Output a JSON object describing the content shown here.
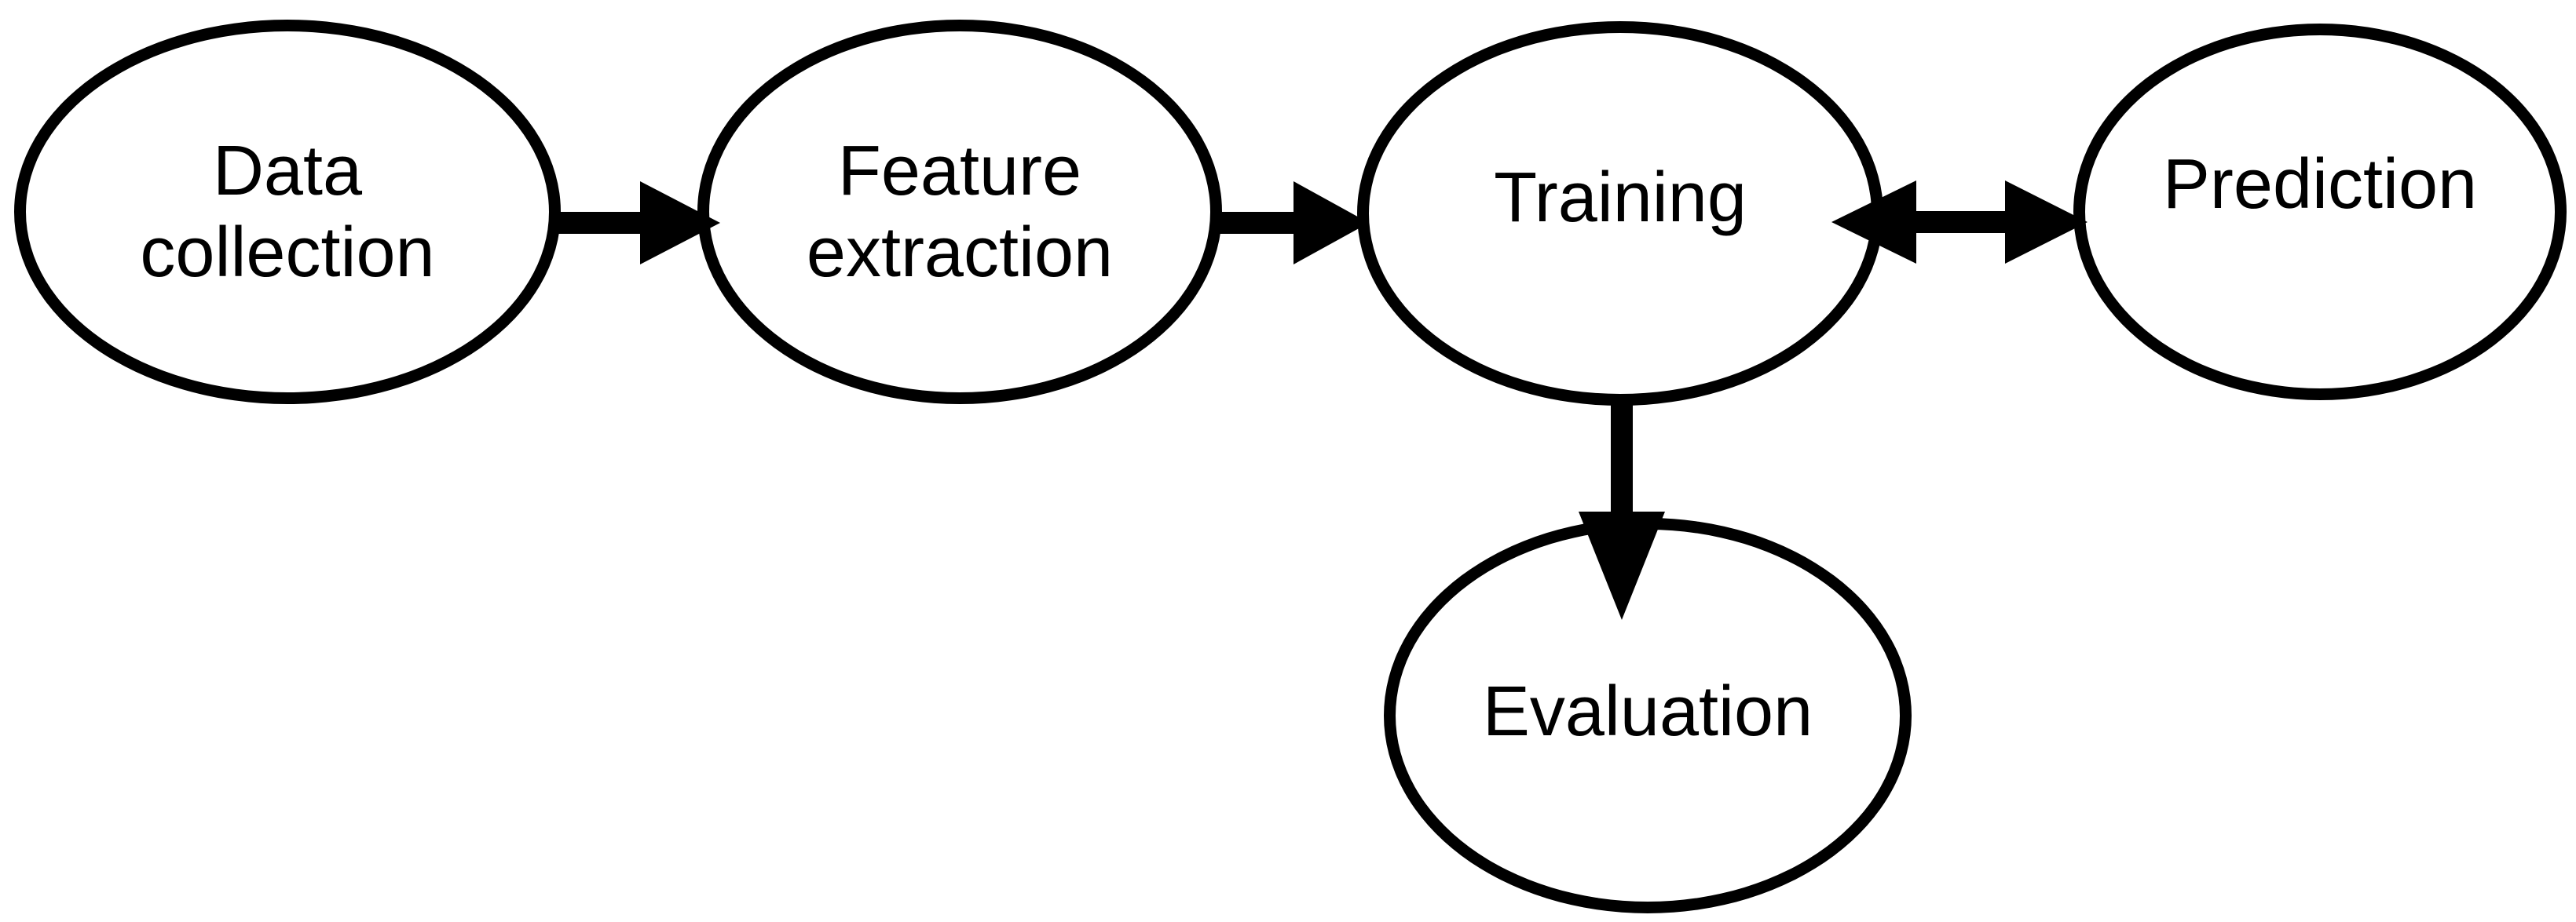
{
  "diagram": {
    "description": "Machine learning workflow flowchart",
    "background_color": "#ffffff",
    "node_fill_color": "#ffffff",
    "node_stroke_color": "#000000",
    "text_color": "#000000",
    "arrow_color": "#000000",
    "nodes": [
      {
        "id": "data-collection",
        "shape": "ellipse",
        "label": "Data\ncollection"
      },
      {
        "id": "feature-extraction",
        "shape": "ellipse",
        "label": "Feature\nextraction"
      },
      {
        "id": "training",
        "shape": "ellipse",
        "label": "Training"
      },
      {
        "id": "prediction",
        "shape": "ellipse",
        "label": "Prediction"
      },
      {
        "id": "evaluation",
        "shape": "ellipse",
        "label": "Evaluation"
      }
    ],
    "edges": [
      {
        "from": "data-collection",
        "to": "feature-extraction",
        "direction": "right"
      },
      {
        "from": "feature-extraction",
        "to": "training",
        "direction": "right"
      },
      {
        "from": "training",
        "to": "prediction",
        "direction": "bidirectional"
      },
      {
        "from": "training",
        "to": "evaluation",
        "direction": "down"
      }
    ]
  }
}
